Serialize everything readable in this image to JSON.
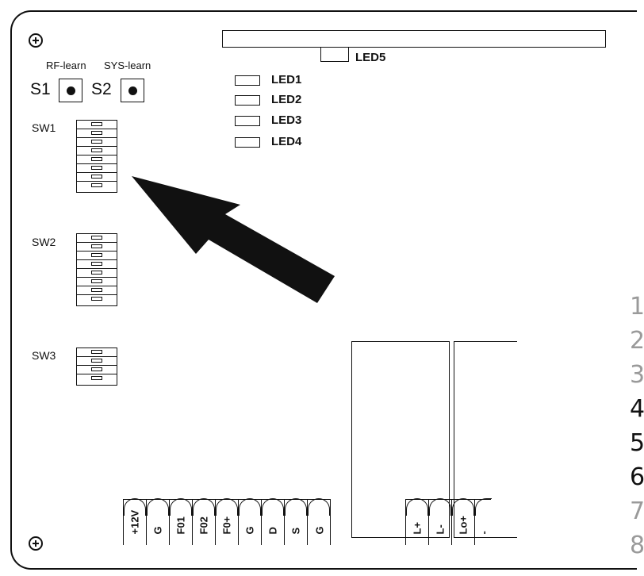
{
  "leds": {
    "led5": "LED5",
    "led1": "LED1",
    "led2": "LED2",
    "led3": "LED3",
    "led4": "LED4"
  },
  "buttons": {
    "s1_caption": "RF-learn",
    "s2_caption": "SYS-learn",
    "s1": "S1",
    "s2": "S2"
  },
  "switches": {
    "sw1": "SW1",
    "sw2": "SW2",
    "sw3": "SW3"
  },
  "terminals_left": [
    "+12V",
    "G",
    "F01",
    "F02",
    "F0+",
    "G",
    "D",
    "S",
    "G"
  ],
  "terminals_right": [
    "L+",
    "L-",
    "Lo+",
    "-"
  ],
  "side_numbers": [
    "1",
    "2",
    "3",
    "4",
    "5",
    "6",
    "7",
    "8"
  ]
}
